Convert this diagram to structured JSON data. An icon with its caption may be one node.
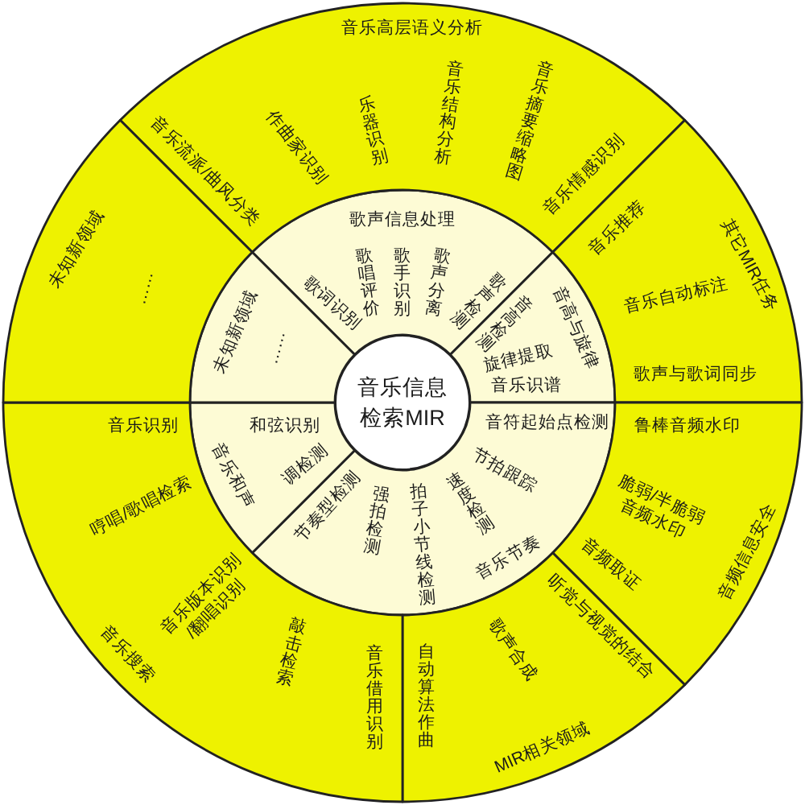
{
  "diagram": {
    "nodes": [
      {
        "text": [
          "音乐信息检索MIR"
        ]
      },
      {
        "text": [
          "歌声信息处理",
          "歌词识别",
          "歌唱评价",
          "歌手识别",
          "歌声分离",
          "歌声检测"
        ]
      },
      {
        "text": [
          "音高与旋律",
          "音高检测",
          "旋律提取",
          "音乐识谱"
        ]
      },
      {
        "text": [
          "音乐节奏",
          "音符起始点检测",
          "节拍跟踪",
          "速度检测",
          "拍子小节线检测",
          "强拍检测",
          "节奏型检测"
        ]
      },
      {
        "text": [
          "音乐和声",
          "和弦识别",
          "调检测"
        ]
      },
      {
        "text": [
          "未知新领域",
          "……"
        ]
      },
      {
        "text": [
          "音乐高层语义分析",
          "音乐流派/曲风分类",
          "作曲家识别",
          "乐器识别",
          "音乐结构分析",
          "音乐摘要缩略图",
          "音乐情感识别"
        ]
      },
      {
        "text": [
          "其它MIR任务",
          "音乐推荐",
          "音乐自动标注",
          "歌声与歌词同步"
        ]
      },
      {
        "text": [
          "音频信息安全",
          "鲁棒音频水印",
          "脆弱/半脆弱音频水印",
          "音频取证"
        ]
      },
      {
        "text": [
          "MIR相关领域",
          "听觉与视觉的结合",
          "歌声合成",
          "自动算法作曲"
        ]
      },
      {
        "text": [
          "音乐搜索",
          "音乐识别",
          "哼唱/歌唱检索",
          "音乐版本识别/翻唱识别",
          "敲击检索",
          "音乐借用识别"
        ]
      },
      {
        "text": [
          "未知新领域",
          "……"
        ]
      }
    ]
  }
}
